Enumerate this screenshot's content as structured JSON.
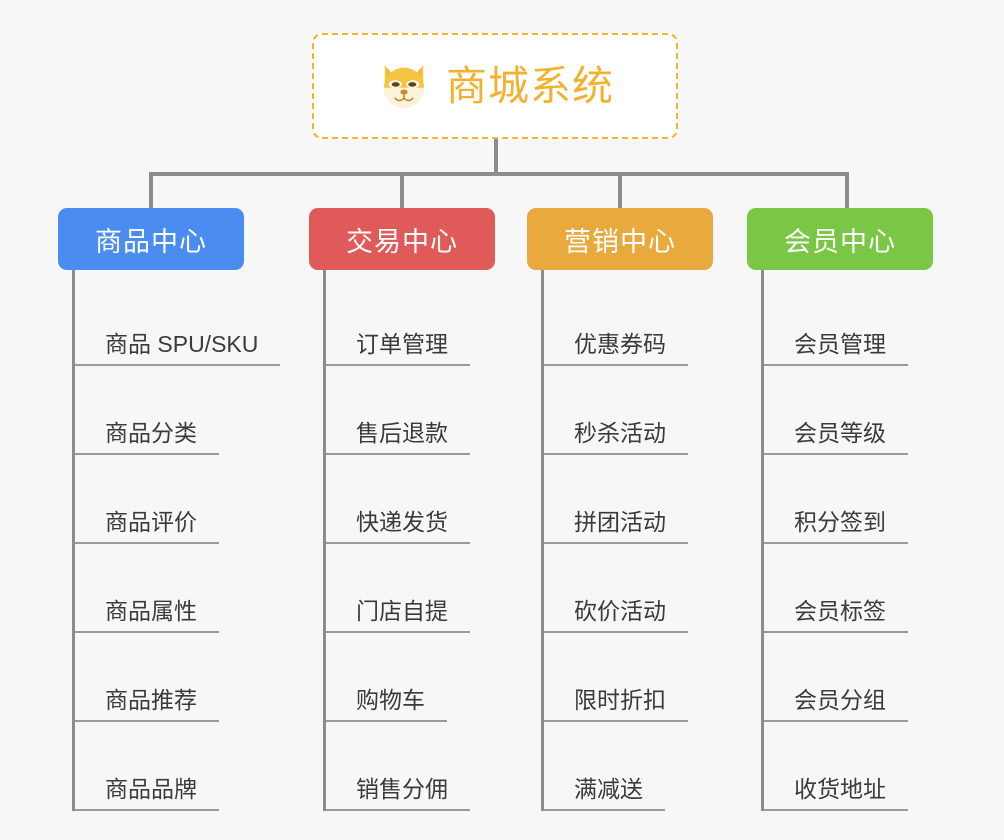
{
  "page": {
    "background_color": "#f7f7f7",
    "line_color": "#8c8c8c",
    "leaf_text_color": "#3b3b3b"
  },
  "root": {
    "title": "商城系统",
    "icon": "shiba-dog-face-emoji",
    "text_color": "#f2b230",
    "border_color": "#f2b52e",
    "background_color": "#ffffff"
  },
  "columns": [
    {
      "title": "商品中心",
      "color": "#4a8cf0",
      "items": [
        "商品 SPU/SKU",
        "商品分类",
        "商品评价",
        "商品属性",
        "商品推荐",
        "商品品牌"
      ]
    },
    {
      "title": "交易中心",
      "color": "#e05a5a",
      "items": [
        "订单管理",
        "售后退款",
        "快递发货",
        "门店自提",
        "购物车",
        "销售分佣"
      ]
    },
    {
      "title": "营销中心",
      "color": "#e8a93d",
      "items": [
        "优惠券码",
        "秒杀活动",
        "拼团活动",
        "砍价活动",
        "限时折扣",
        "满减送"
      ]
    },
    {
      "title": "会员中心",
      "color": "#7ac745",
      "items": [
        "会员管理",
        "会员等级",
        "积分签到",
        "会员标签",
        "会员分组",
        "收货地址"
      ]
    }
  ]
}
